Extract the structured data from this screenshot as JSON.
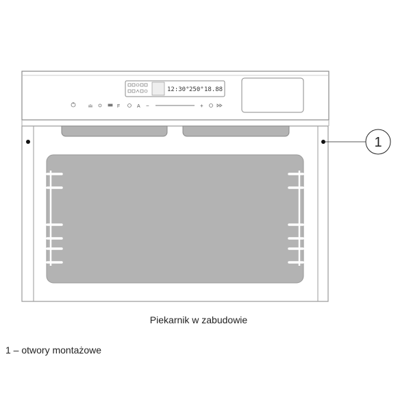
{
  "diagram": {
    "caption": "Piekarnik w zabudowie",
    "legend": "1 – otwory montażowe",
    "callout_number": "1",
    "display": {
      "time": "12:30°",
      "temperature": "250°",
      "timer": "18.88"
    },
    "buttons": {
      "minus": "−",
      "plus": "+",
      "fan": "F",
      "auto": "A"
    }
  },
  "colors": {
    "line": "#999999",
    "fill": "#b3b3b3",
    "dark": "#111111"
  }
}
